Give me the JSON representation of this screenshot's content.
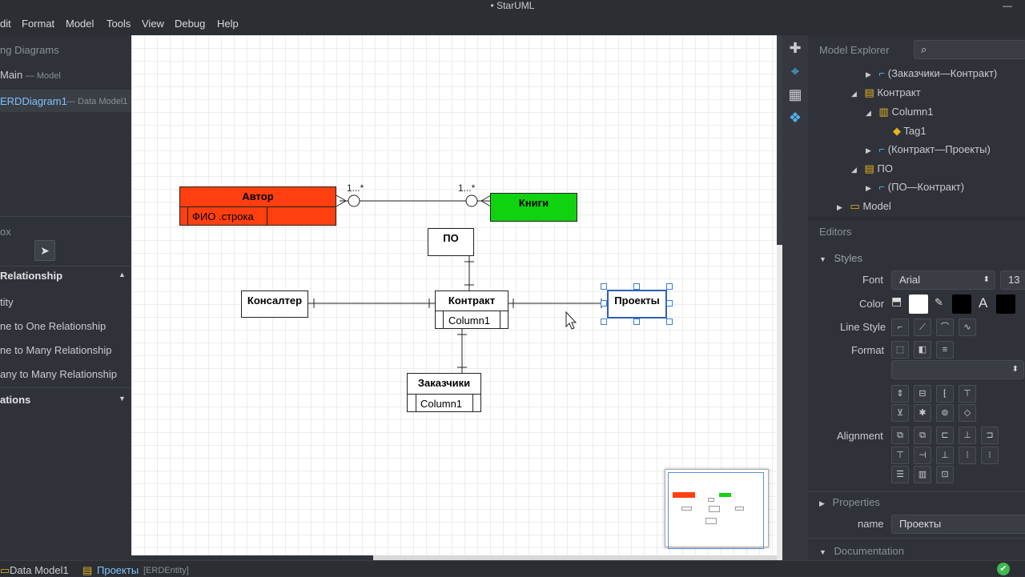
{
  "window": {
    "title": "• StarUML"
  },
  "menu": [
    "dit",
    "Format",
    "Model",
    "Tools",
    "View",
    "Debug",
    "Help"
  ],
  "left": {
    "working_diagrams": "ng Diagrams",
    "main_label": "Main",
    "main_sub": "— Model",
    "diagram_label": "ERDDiagram1",
    "diagram_sub": "— Data Model1",
    "toolbox_label": "ox",
    "section_erd": "Relationship",
    "items": [
      "tity",
      "ne to One Relationship",
      "ne to Many Relationship",
      "any to Many Relationship"
    ],
    "section_annotations": "ations"
  },
  "diagram": {
    "entities": {
      "avtor": {
        "name": "Автор",
        "column": "ФИО .строка",
        "color": "#ff3f0f"
      },
      "knigi": {
        "name": "Книги",
        "color": "#10d310"
      },
      "po": {
        "name": "ПО"
      },
      "konsalter": {
        "name": "Консалтер"
      },
      "kontrakt": {
        "name": "Контракт",
        "column": "Column1"
      },
      "proekty": {
        "name": "Проекты"
      },
      "zakazchiki": {
        "name": "Заказчики",
        "column": "Column1"
      }
    },
    "multiplicity_left": "1...*",
    "multiplicity_right": "1...*"
  },
  "explorer": {
    "title": "Model Explorer",
    "items": [
      {
        "label": "(Заказчики—Контракт)",
        "icon": "relationship-icon"
      },
      {
        "label": "Контракт",
        "icon": "entity-icon"
      },
      {
        "label": "Column1",
        "icon": "column-icon"
      },
      {
        "label": "Tag1",
        "icon": "tag-icon"
      },
      {
        "label": "(Контракт—Проекты)",
        "icon": "relationship-icon"
      },
      {
        "label": "ПО",
        "icon": "entity-icon"
      },
      {
        "label": "(ПО—Контракт)",
        "icon": "relationship-icon"
      },
      {
        "label": "Model",
        "icon": "package-icon"
      }
    ]
  },
  "editors": {
    "title": "Editors",
    "styles_label": "Styles",
    "font_label": "Font",
    "font_value": "Arial",
    "font_size": "13",
    "color_label": "Color",
    "line_style_label": "Line Style",
    "format_label": "Format",
    "alignment_label": "Alignment",
    "properties_label": "Properties",
    "name_label": "name",
    "name_value": "Проекты",
    "documentation_label": "Documentation"
  },
  "status": {
    "model_label": "Data Model1",
    "element_label": "Проекты",
    "element_type": "[ERDEntity]"
  }
}
